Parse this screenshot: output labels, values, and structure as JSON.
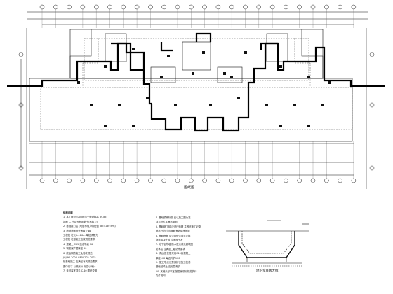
{
  "drawing": {
    "main_title": "图纸图",
    "section_title": "地下室底板大样"
  },
  "notes": {
    "heading": "结构说明",
    "left": [
      "1. 本工程±0.000相当于绝对标高 39.85",
      "   场地 — 土层为粉质黏土(承载力)",
      "2. 基础持力层 (地基承载力特征值 fak=180 kPa)",
      "3. 地基基础设计等级 乙级",
      "   工程桩 桩长 L=26m 单桩承载力",
      "   工程桩 桩基施工应按规范要求",
      "4. 混凝土 C35 抗渗等级 P6",
      "5. 钢筋保护层厚度 50",
      "6. 底板钢筋施工及验收规范",
      "   JGJ 94-2008 GB50202-2002",
      "   桩基础施工 应满足有关规范要求",
      "   图中尺寸 以毫米计 标高以米计",
      "7. 未尽事宜详见 C.40 图纸说明"
    ],
    "right": [
      "4. 基础梁底标高 应以施工图为准",
      "   详见桩位平面布置图",
      "5. 基础施工前 应进行验槽 并做好施工记录",
      "   基坑开挖时 应采取有效降水措施",
      "6. 基础底板 后浇带做法详见大样",
      "   浇筑混凝土前 应清理干净",
      "7. 地下室外墙 防水做法详见建筑图",
      "   防水层 应满足二级防水要求",
      "8. 承台底 垫层采用C15素混凝土",
      "   厚度100 每边外扩100",
      "9. 施工时 应注意保护已施工桩基",
      "   基础回填土 应分层夯实",
      "10. 其他未尽事宜 按国家现行规范执行",
      "   文件说明"
    ]
  }
}
